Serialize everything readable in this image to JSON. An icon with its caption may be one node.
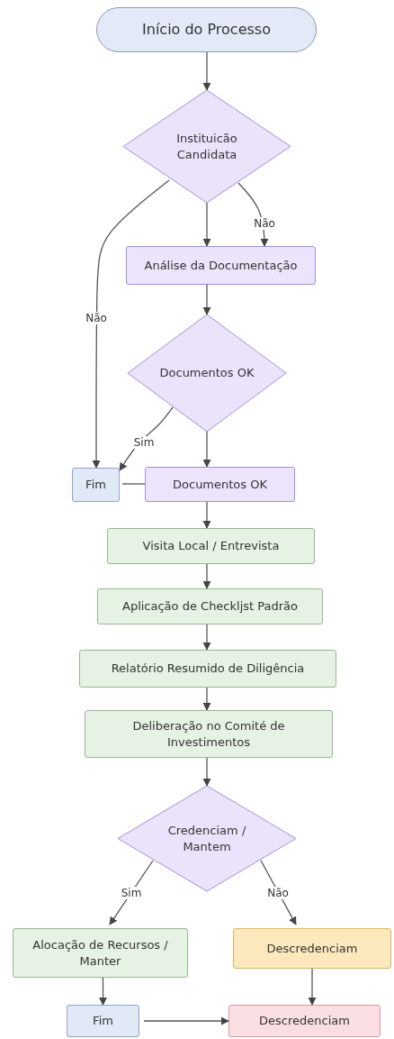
{
  "diagram": {
    "nodes": [
      {
        "text": [
          "Início do Processo"
        ]
      },
      {
        "text": [
          "Instituicão Candidata"
        ]
      },
      {
        "text": [
          "Análise da Documentação"
        ]
      },
      {
        "text": [
          "Documentos OK"
        ]
      },
      {
        "text": [
          "Fim"
        ]
      },
      {
        "text": [
          "Documentos OK"
        ]
      },
      {
        "text": [
          "Visita Local / Entrevista"
        ]
      },
      {
        "text": [
          "Aplicação de Checkljst Padrão"
        ]
      },
      {
        "text": [
          "Relatório Resumido de Diligência"
        ]
      },
      {
        "text": [
          "Deliberação no Comité de Investimentos"
        ]
      },
      {
        "text": [
          "Credenciam / Mantem"
        ]
      },
      {
        "text": [
          "Alocação de Recursos / Manter"
        ]
      },
      {
        "text": [
          "Descredenciam"
        ]
      },
      {
        "text": [
          "Fim"
        ]
      },
      {
        "text": [
          "Descredenciam"
        ]
      }
    ],
    "edges": [
      {
        "from": 0,
        "to": 1,
        "arrow": "to"
      },
      {
        "from": 1,
        "to": 2,
        "arrow": "to"
      },
      {
        "from": 1,
        "to": 2,
        "arrow": "to",
        "label": "Não"
      },
      {
        "from": 1,
        "to": 4,
        "arrow": "to",
        "label": "Não"
      },
      {
        "from": 2,
        "to": 3,
        "arrow": "to"
      },
      {
        "from": 3,
        "to": 4,
        "arrow": "to",
        "label": "Sim"
      },
      {
        "from": 3,
        "to": 5,
        "arrow": "to"
      },
      {
        "from": 5,
        "to": 4,
        "arrow": "none"
      },
      {
        "from": 5,
        "to": 6,
        "arrow": "to"
      },
      {
        "from": 6,
        "to": 7,
        "arrow": "to"
      },
      {
        "from": 7,
        "to": 8,
        "arrow": "to"
      },
      {
        "from": 8,
        "to": 9,
        "arrow": "to"
      },
      {
        "from": 9,
        "to": 10,
        "arrow": "to"
      },
      {
        "from": 10,
        "to": 11,
        "arrow": "to",
        "label": "Sim"
      },
      {
        "from": 10,
        "to": 12,
        "arrow": "to",
        "label": "Não"
      },
      {
        "from": 11,
        "to": 13,
        "arrow": "to"
      },
      {
        "from": 12,
        "to": 14,
        "arrow": "to"
      },
      {
        "from": 13,
        "to": 14,
        "arrow": "to"
      }
    ]
  }
}
